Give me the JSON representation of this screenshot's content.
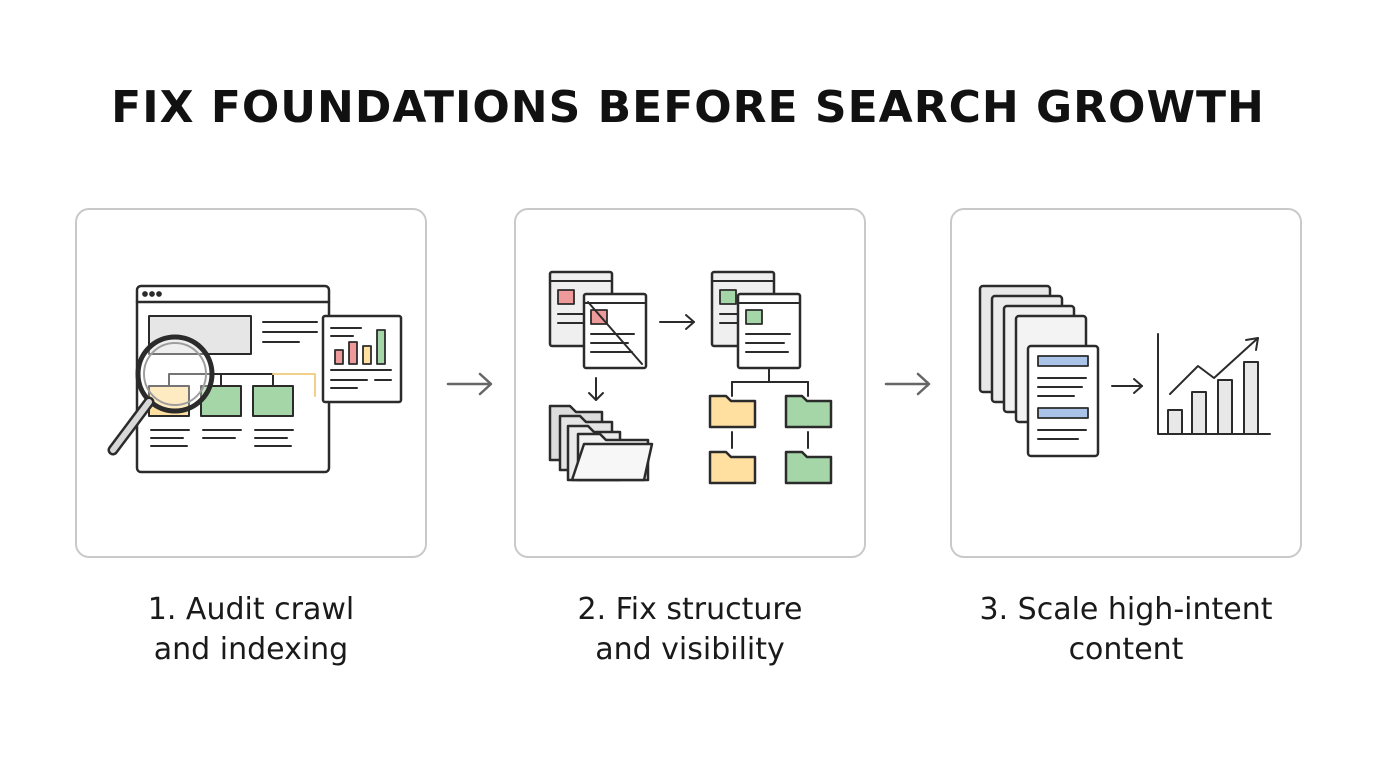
{
  "title": "FIX FOUNDATIONS BEFORE SEARCH GROWTH",
  "steps": [
    {
      "line1": "1. Audit crawl",
      "line2": "and indexing",
      "icon": "magnifier-over-website-icon"
    },
    {
      "line1": "2. Fix structure",
      "line2": "and visibility",
      "icon": "pages-and-folders-restructure-icon"
    },
    {
      "line1": "3. Scale high-intent",
      "line2": "content",
      "icon": "content-stack-to-growth-chart-icon"
    }
  ],
  "colors": {
    "stroke": "#2b2b2b",
    "panel_border": "#c9c9c9",
    "red": "#ef9a9a",
    "green": "#a5d6a7",
    "yellow": "#ffe0a0",
    "blue": "#a9c4e8",
    "gray": "#e6e6e6"
  }
}
